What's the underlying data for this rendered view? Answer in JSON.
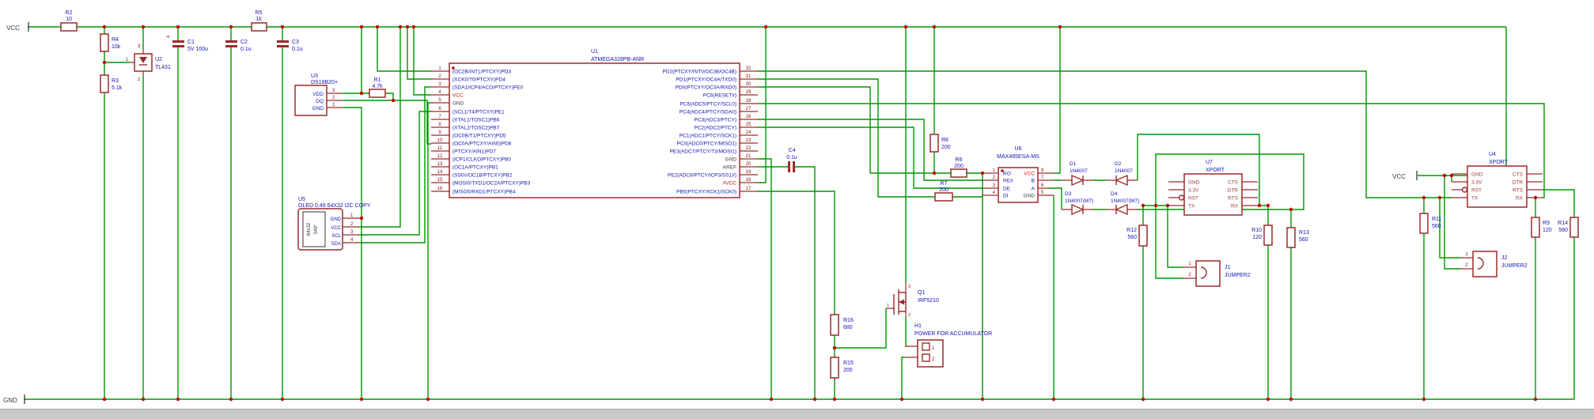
{
  "colors": {
    "wire": "#009600",
    "symbol_outline": "#9c2a2a",
    "pin_number": "#8a1010",
    "label_blue": "#1414b4",
    "power_pin_red": "#cc1111",
    "text_dark": "#3a3a3a",
    "junction": "#c00000",
    "background": "#ffffff",
    "scrollbar": "#c9c9c9"
  },
  "power": {
    "vcc_left": "VCC",
    "gnd": "GND",
    "vcc_right": "VCC"
  },
  "parts": {
    "R1": {
      "ref": "R1",
      "value": "4.7k"
    },
    "R2": {
      "ref": "R2",
      "value": "10"
    },
    "R3": {
      "ref": "R3",
      "value": "5.1k"
    },
    "R4": {
      "ref": "R4",
      "value": "10k"
    },
    "R5": {
      "ref": "R5",
      "value": "1k"
    },
    "R6": {
      "ref": "R6",
      "value": "200"
    },
    "R7": {
      "ref": "R7",
      "value": "200"
    },
    "R8": {
      "ref": "R8",
      "value": "200"
    },
    "R9": {
      "ref": "R9",
      "value": "120"
    },
    "R10": {
      "ref": "R10",
      "value": "120"
    },
    "R11": {
      "ref": "R11",
      "value": "560"
    },
    "R12": {
      "ref": "R12",
      "value": "560"
    },
    "R13": {
      "ref": "R13",
      "value": "560"
    },
    "R14": {
      "ref": "R14",
      "value": "560"
    },
    "R15": {
      "ref": "R15",
      "value": "200"
    },
    "R16": {
      "ref": "R16",
      "value": "680"
    },
    "C1": {
      "ref": "C1",
      "value": "5V 100u",
      "plus": "+"
    },
    "C2": {
      "ref": "C2",
      "value": "0.1u"
    },
    "C3": {
      "ref": "C3",
      "value": "0.1u"
    },
    "C4": {
      "ref": "C4",
      "value": "0.1u"
    },
    "D1": {
      "ref": "D1",
      "value": "1N4007"
    },
    "D2": {
      "ref": "D2",
      "value": "1N4007"
    },
    "D3": {
      "ref": "D3",
      "value": "1N4007(M7)"
    },
    "D4": {
      "ref": "D4",
      "value": "1N4007(M7)"
    },
    "U2": {
      "ref": "U2",
      "value": "TL431",
      "pin1": "1",
      "pin2": "2",
      "pin3": "3"
    },
    "Q1": {
      "ref": "Q1",
      "value": "IRF5210",
      "pin1": "1",
      "pin2": "2",
      "pin3": "3"
    },
    "H1": {
      "ref": "H1",
      "value": "POWER FOR ACCUMULATOR",
      "pin1": "1",
      "pin2": "2"
    },
    "J1": {
      "ref": "J1",
      "value": "JUMPER2",
      "pin1": "1",
      "pin2": "2"
    },
    "J2": {
      "ref": "J2",
      "value": "JUMPER2",
      "pin1": "1",
      "pin2": "2"
    }
  },
  "u1": {
    "ref": "U1",
    "value": "ATMEGA328PB-ANR",
    "left_pins": [
      {
        "num": "1",
        "name": "(OC2B/INT1/PTCXY)PD3"
      },
      {
        "num": "2",
        "name": "(XCK0/T0/PTCXY)PD4"
      },
      {
        "num": "3",
        "name": "(SDA1/ICP4/ACO/PTCXY)PE0"
      },
      {
        "num": "4",
        "name": "VCC"
      },
      {
        "num": "5",
        "name": "GND"
      },
      {
        "num": "6",
        "name": "(SCL1/T4/PTCXY)PE1"
      },
      {
        "num": "7",
        "name": "(XTAL1/TOSC1)PB6"
      },
      {
        "num": "8",
        "name": "(XTAL2/TOSC2)PB7"
      },
      {
        "num": "9",
        "name": "(OC0B/T1/PTCXY)PD5"
      },
      {
        "num": "10",
        "name": "(OC0A/PTCXY/AIN0)PD6"
      },
      {
        "num": "11",
        "name": "(PTCXY/AIN1)PD7"
      },
      {
        "num": "12",
        "name": "(ICP1/CLKO/PTCXY)PB0"
      },
      {
        "num": "13",
        "name": "(OC1A/PTCXY)PB1"
      },
      {
        "num": "14",
        "name": "(SS0#/OC1B/PTCXY)PB2"
      },
      {
        "num": "15",
        "name": "(MOSI0/TXD1/OC2A/PTCXY)PB3"
      },
      {
        "num": "16",
        "name": "(MISO0/RXD1/PTCXY)PB4"
      }
    ],
    "right_pins": [
      {
        "num": "32",
        "name": "PD2(PTCXY/INT0/OC3B/OC4B)"
      },
      {
        "num": "31",
        "name": "PD1(PTCXY/OC4A/TXD0)"
      },
      {
        "num": "30",
        "name": "PD0(PTCXY/OC3A/RXD0)"
      },
      {
        "num": "29",
        "name": "PC6(RESET#)"
      },
      {
        "num": "28",
        "name": "PC5(ADC5/PTCY/SCL0)"
      },
      {
        "num": "27",
        "name": "PC4(ADC4/PTCY/SDA0)"
      },
      {
        "num": "26",
        "name": "PC3(ADC3/PTCY)"
      },
      {
        "num": "25",
        "name": "PC2(ADC2/PTCY)"
      },
      {
        "num": "24",
        "name": "PC1(ADC1/PTCY/SCK1)"
      },
      {
        "num": "23",
        "name": "PC0(ADC0/PTCY/MISO1)"
      },
      {
        "num": "22",
        "name": "PE3(ADC7/PTCY/T3/MOSI1)"
      },
      {
        "num": "21",
        "name": "GND"
      },
      {
        "num": "20",
        "name": "AREF"
      },
      {
        "num": "19",
        "name": "PE2(ADC6/PTCY/ICP3/SS1#)"
      },
      {
        "num": "18",
        "name": "AVCC"
      },
      {
        "num": "17",
        "name": "PB5(PTCXY/XCK1/SCK0)"
      }
    ]
  },
  "u3": {
    "ref": "U3",
    "value": "DS18B20+",
    "pins": [
      {
        "num": "3",
        "name": "VDD"
      },
      {
        "num": "2",
        "name": "DQ"
      },
      {
        "num": "1",
        "name": "GND"
      }
    ]
  },
  "u5": {
    "ref": "U5",
    "value": "OLED 0.49 64X32 I2C COPY",
    "display": [
      "64x32",
      "049\""
    ],
    "pins": [
      {
        "num": "1",
        "name": "GND"
      },
      {
        "num": "2",
        "name": "VCC"
      },
      {
        "num": "3",
        "name": "SCL"
      },
      {
        "num": "4",
        "name": "SDA"
      }
    ]
  },
  "u6": {
    "ref": "U6",
    "value": "MAX485ESA-MS",
    "left_pins": [
      {
        "num": "1",
        "name": "RO"
      },
      {
        "num": "2",
        "name": "RE#"
      },
      {
        "num": "3",
        "name": "DE"
      },
      {
        "num": "4",
        "name": "DI"
      }
    ],
    "right_pins": [
      {
        "num": "8",
        "name": "VCC"
      },
      {
        "num": "7",
        "name": "B"
      },
      {
        "num": "6",
        "name": "A"
      },
      {
        "num": "5",
        "name": "GND"
      }
    ]
  },
  "u7": {
    "ref": "U7",
    "value": "XPORT",
    "left_pins": [
      "GND",
      "3.3V",
      "RST",
      "TX"
    ],
    "right_pins": [
      "CTS",
      "DTR",
      "RTS",
      "RX"
    ]
  },
  "u4": {
    "ref": "U4",
    "value": "XPORT",
    "left_pins": [
      "GND",
      "3.3V",
      "RST",
      "TX"
    ],
    "right_pins": [
      "CTS",
      "DTR",
      "RTS",
      "RX"
    ]
  }
}
